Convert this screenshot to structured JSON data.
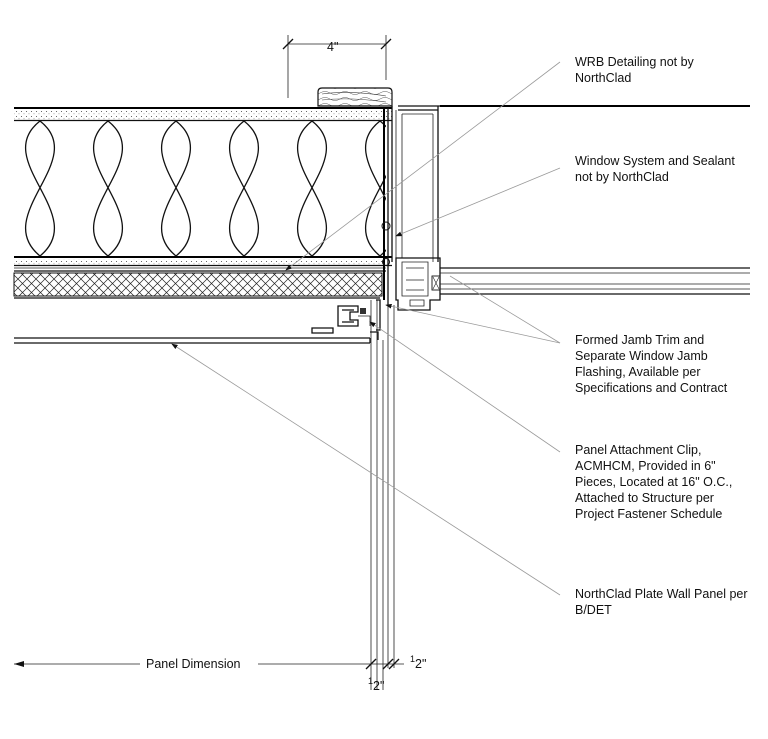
{
  "drawing": {
    "dimensions": {
      "top": "4\"",
      "panel": "Panel Dimension",
      "half_right_num": "1",
      "half_right_den": "2\"",
      "half_left_num": "1",
      "half_left_den": "2\""
    },
    "callouts": [
      {
        "lines": [
          "WRB Detailing not by",
          "NorthClad"
        ]
      },
      {
        "lines": [
          "Window System and Sealant",
          "not by NorthClad"
        ]
      },
      {
        "lines": [
          "Formed Jamb Trim and",
          "Separate Window Jamb",
          "Flashing, Available per",
          "Specifications and Contract"
        ]
      },
      {
        "lines": [
          "Panel Attachment Clip,",
          "ACMHCM, Provided in 6\"",
          "Pieces, Located at 16\" O.C.,",
          "Attached to Structure per",
          "Project Fastener Schedule"
        ]
      },
      {
        "lines": [
          "NorthClad Plate Wall Panel per",
          "B/DET"
        ]
      }
    ]
  },
  "colors": {
    "line": "#111111",
    "leader": "#9a9a9a",
    "background": "#ffffff"
  }
}
